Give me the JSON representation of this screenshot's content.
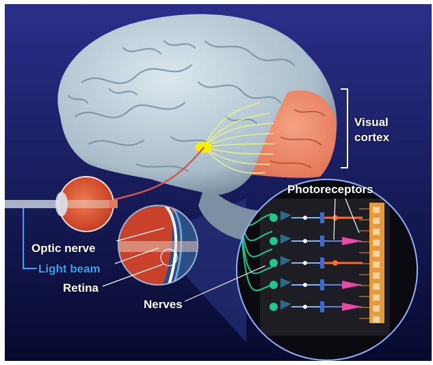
{
  "labels": {
    "visual_cortex": [
      "Visual",
      "cortex"
    ],
    "photoreceptors": "Photoreceptors",
    "optic_nerve": "Optic nerve",
    "light_beam": "Light beam",
    "retina": "Retina",
    "nerves": "Nerves"
  },
  "colors": {
    "background_top": "#2a2f8a",
    "background_bottom": "#070a2e",
    "brain": "#a9bdca",
    "visual_cortex": "#e27354",
    "nerve_fibers": "#e6f08f",
    "lgn_nucleus": "#f4f000",
    "eye": "#c23a1e",
    "light_beam": "#2aa8ff",
    "nerve_cells": "#1ec98f",
    "rod_cells": "#e94aa8",
    "cone_cells": "#ff6a2a",
    "pigment_layer": "#e79a3c"
  }
}
